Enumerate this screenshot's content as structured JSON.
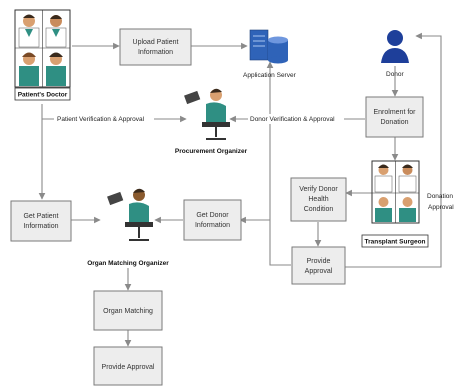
{
  "actors": {
    "patients_doctor": "Patient's Doctor",
    "application_server": "Application Server",
    "donor": "Donor",
    "procurement_organizer": "Procurement Organizer",
    "organ_matching_organizer": "Organ Matching Organizer",
    "transplant_surgeon": "Transplant Surgeon"
  },
  "steps": {
    "upload_patient_info": [
      "Upload Patient",
      "Information"
    ],
    "enrolment": [
      "Enrolment for",
      "Donation"
    ],
    "get_patient_info": [
      "Get Patient",
      "Information"
    ],
    "get_donor_info": [
      "Get Donor",
      "Information"
    ],
    "verify_donor": [
      "Verify Donor",
      "Health",
      "Condition"
    ],
    "provide_approval_donor": [
      "Provide",
      "Approval"
    ],
    "organ_matching": [
      "Organ Matching"
    ],
    "provide_approval_final": [
      "Provide Approval"
    ]
  },
  "edge_labels": {
    "patient_verification": "Patient Verification & Approval",
    "donor_verification": "Donor Verification & Approval",
    "donation_approval": [
      "Donation",
      "Approval"
    ]
  },
  "colors": {
    "doctor_coat": "#ffffff",
    "scrubs": "#2f8f83",
    "skin": "#d9a070",
    "hair": "#3a2a1c",
    "server_blue": "#2f63b8",
    "donor_blue": "#1e3f9a",
    "arrow": "#8a8a8a",
    "box_fill": "#ededed"
  }
}
